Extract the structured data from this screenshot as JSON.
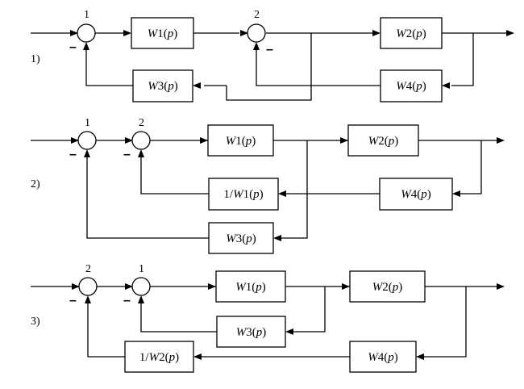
{
  "diagrams": [
    {
      "label": "1)",
      "junctions": [
        "1",
        "2"
      ],
      "blocks": [
        {
          "prefix": "",
          "var": "W",
          "sub": "1",
          "arg": "p"
        },
        {
          "prefix": "",
          "var": "W",
          "sub": "2",
          "arg": "p"
        },
        {
          "prefix": "",
          "var": "W",
          "sub": "3",
          "arg": "p"
        },
        {
          "prefix": "",
          "var": "W",
          "sub": "4",
          "arg": "p"
        }
      ],
      "minus_sign": "–"
    },
    {
      "label": "2)",
      "junctions": [
        "1",
        "2"
      ],
      "blocks": [
        {
          "prefix": "",
          "var": "W",
          "sub": "1",
          "arg": "p"
        },
        {
          "prefix": "",
          "var": "W",
          "sub": "2",
          "arg": "p"
        },
        {
          "prefix": "1/",
          "var": "W",
          "sub": "1",
          "arg": "p"
        },
        {
          "prefix": "",
          "var": "W",
          "sub": "4",
          "arg": "p"
        },
        {
          "prefix": "",
          "var": "W",
          "sub": "3",
          "arg": "p"
        }
      ],
      "minus_sign": "–"
    },
    {
      "label": "3)",
      "junctions": [
        "2",
        "1"
      ],
      "blocks": [
        {
          "prefix": "",
          "var": "W",
          "sub": "1",
          "arg": "p"
        },
        {
          "prefix": "",
          "var": "W",
          "sub": "2",
          "arg": "p"
        },
        {
          "prefix": "",
          "var": "W",
          "sub": "3",
          "arg": "p"
        },
        {
          "prefix": "1/",
          "var": "W",
          "sub": "2",
          "arg": "p"
        },
        {
          "prefix": "",
          "var": "W",
          "sub": "4",
          "arg": "p"
        }
      ],
      "minus_sign": "–"
    }
  ]
}
